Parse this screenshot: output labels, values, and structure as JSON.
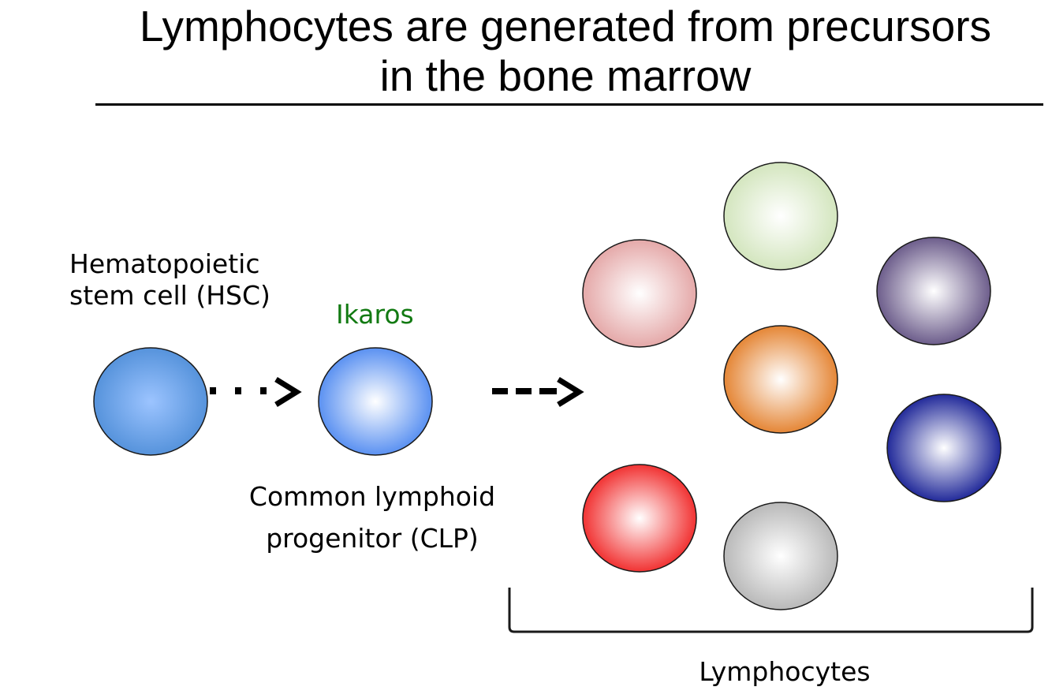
{
  "title": {
    "line1": "Lymphocytes are generated from precursors",
    "line2": "in the bone marrow"
  },
  "hsc": {
    "label_line1": "Hematopoietic",
    "label_line2": "stem cell (HSC)",
    "color": "#6aa4ea"
  },
  "ikaros": {
    "label": "Ikaros",
    "color": "#127a12"
  },
  "clp": {
    "label_line1": "Common lymphoid",
    "label_line2": "progenitor (CLP)",
    "color": "#4a86f0"
  },
  "lymphocytes": {
    "label": "Lymphocytes",
    "cells": [
      {
        "name": "pink",
        "color": "#e2a0a0"
      },
      {
        "name": "light-green",
        "color": "#cfe3b8"
      },
      {
        "name": "purple",
        "color": "#5e4d80"
      },
      {
        "name": "orange",
        "color": "#e27a22"
      },
      {
        "name": "navy",
        "color": "#0c1590"
      },
      {
        "name": "red",
        "color": "#f01e1e"
      },
      {
        "name": "gray",
        "color": "#b2b2b2"
      }
    ]
  }
}
